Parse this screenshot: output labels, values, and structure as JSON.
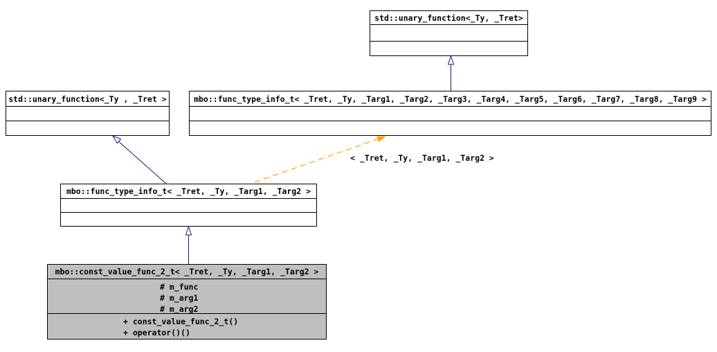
{
  "diagram": {
    "kind": "uml-class-inheritance-graph",
    "colors": {
      "background": "#ffffff",
      "node_border": "#000000",
      "node_fill": "#ffffff",
      "focus_node_fill": "#bfbfbf",
      "inheritance_arrow": "#191970",
      "template_arrow": "#ffa500",
      "text": "#000000"
    },
    "nodes": {
      "unary_function_top": {
        "title": "std::unary_function<_Ty, _Tret>"
      },
      "unary_function_left": {
        "title": "std::unary_function<_Ty , _Tret >"
      },
      "func_type_info_full": {
        "title": "mbo::func_type_info_t< _Tret, _Ty, _Targ1, _Targ2, _Targ3, _Targ4, _Targ5, _Targ6, _Targ7, _Targ8, _Targ9 >"
      },
      "func_type_info_4": {
        "title": "mbo::func_type_info_t< _Tret, _Ty, _Targ1, _Targ2 >"
      },
      "const_value_func_2_t": {
        "title": "mbo::const_value_func_2_t< _Tret, _Ty, _Targ1, _Targ2 >",
        "attributes": [
          "# m_func",
          "# m_arg1",
          "# m_arg2"
        ],
        "methods": [
          "+ const_value_func_2_t()",
          "+ operator()()"
        ]
      }
    },
    "edges": {
      "template_instantiation_label": "< _Tret, _Ty, _Targ1, _Targ2 >"
    }
  }
}
